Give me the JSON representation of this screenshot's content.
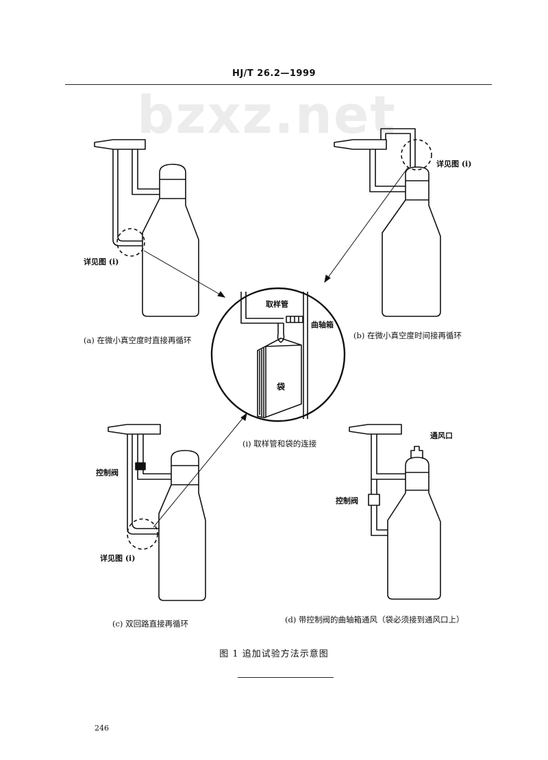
{
  "header": {
    "standard_code": "HJ/T 26.2—1999"
  },
  "watermark": {
    "text": "bzxz.net"
  },
  "figure": {
    "title": "图 1   追加试验方法示意图",
    "panels": {
      "a": {
        "caption": "(a)  在微小真空度时直接再循环",
        "detail_label": "详见图 (i)"
      },
      "b": {
        "caption": "(b)  在微小真空度时间接再循环",
        "detail_label": "详见图 (i)"
      },
      "c": {
        "caption": "(c)  双回路直接再循环",
        "detail_label": "详见图 (i)",
        "valve_label": "控制阀"
      },
      "d": {
        "caption": "(d)  带控制阀的曲轴箱通风（袋必须接到通风口上）",
        "valve_label": "控制阀",
        "vent_label": "通风口"
      },
      "i": {
        "caption": "(i)  取样管和袋的连接",
        "tube_label": "取样管",
        "crankcase_label": "曲轴箱",
        "bag_label": "袋"
      }
    }
  },
  "page_number": "246"
}
